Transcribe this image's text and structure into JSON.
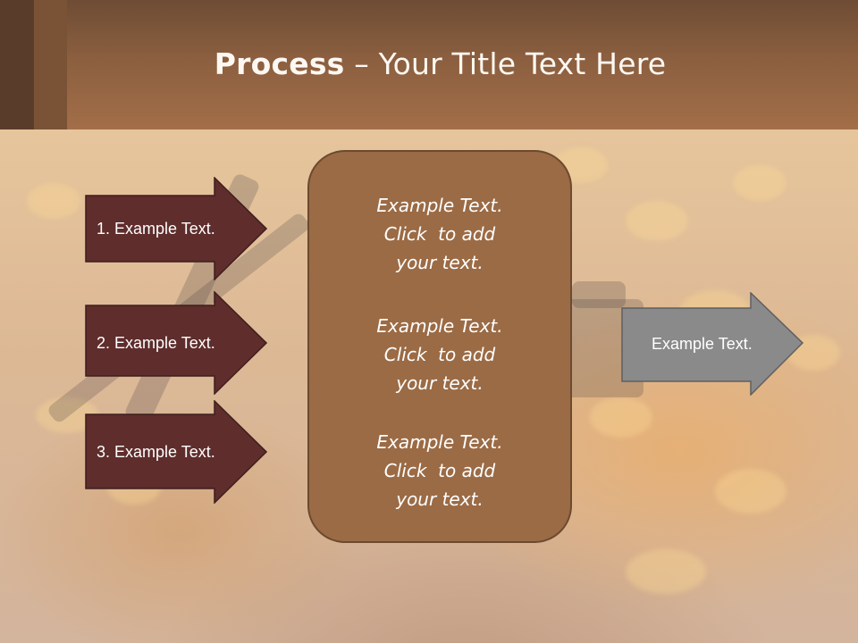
{
  "title": {
    "bold": "Process",
    "rest": " – Your Title Text Here"
  },
  "input_arrows": [
    {
      "label": "1. Example Text."
    },
    {
      "label": "2. Example Text."
    },
    {
      "label": "3. Example Text."
    }
  ],
  "center_box": {
    "blocks": [
      {
        "line1": "Example Text.",
        "line2": "Click  to add",
        "line3": "your text."
      },
      {
        "line1": "Example Text.",
        "line2": "Click  to add",
        "line3": "your text."
      },
      {
        "line1": "Example Text.",
        "line2": "Click  to add",
        "line3": "your text."
      }
    ]
  },
  "output_arrow": {
    "label": "Example Text."
  },
  "colors": {
    "header": "#8b5f3f",
    "input_arrow_fill": "#5e2d2c",
    "center_box_fill": "#9b6b45",
    "output_arrow_fill": "#8a8a8a"
  }
}
